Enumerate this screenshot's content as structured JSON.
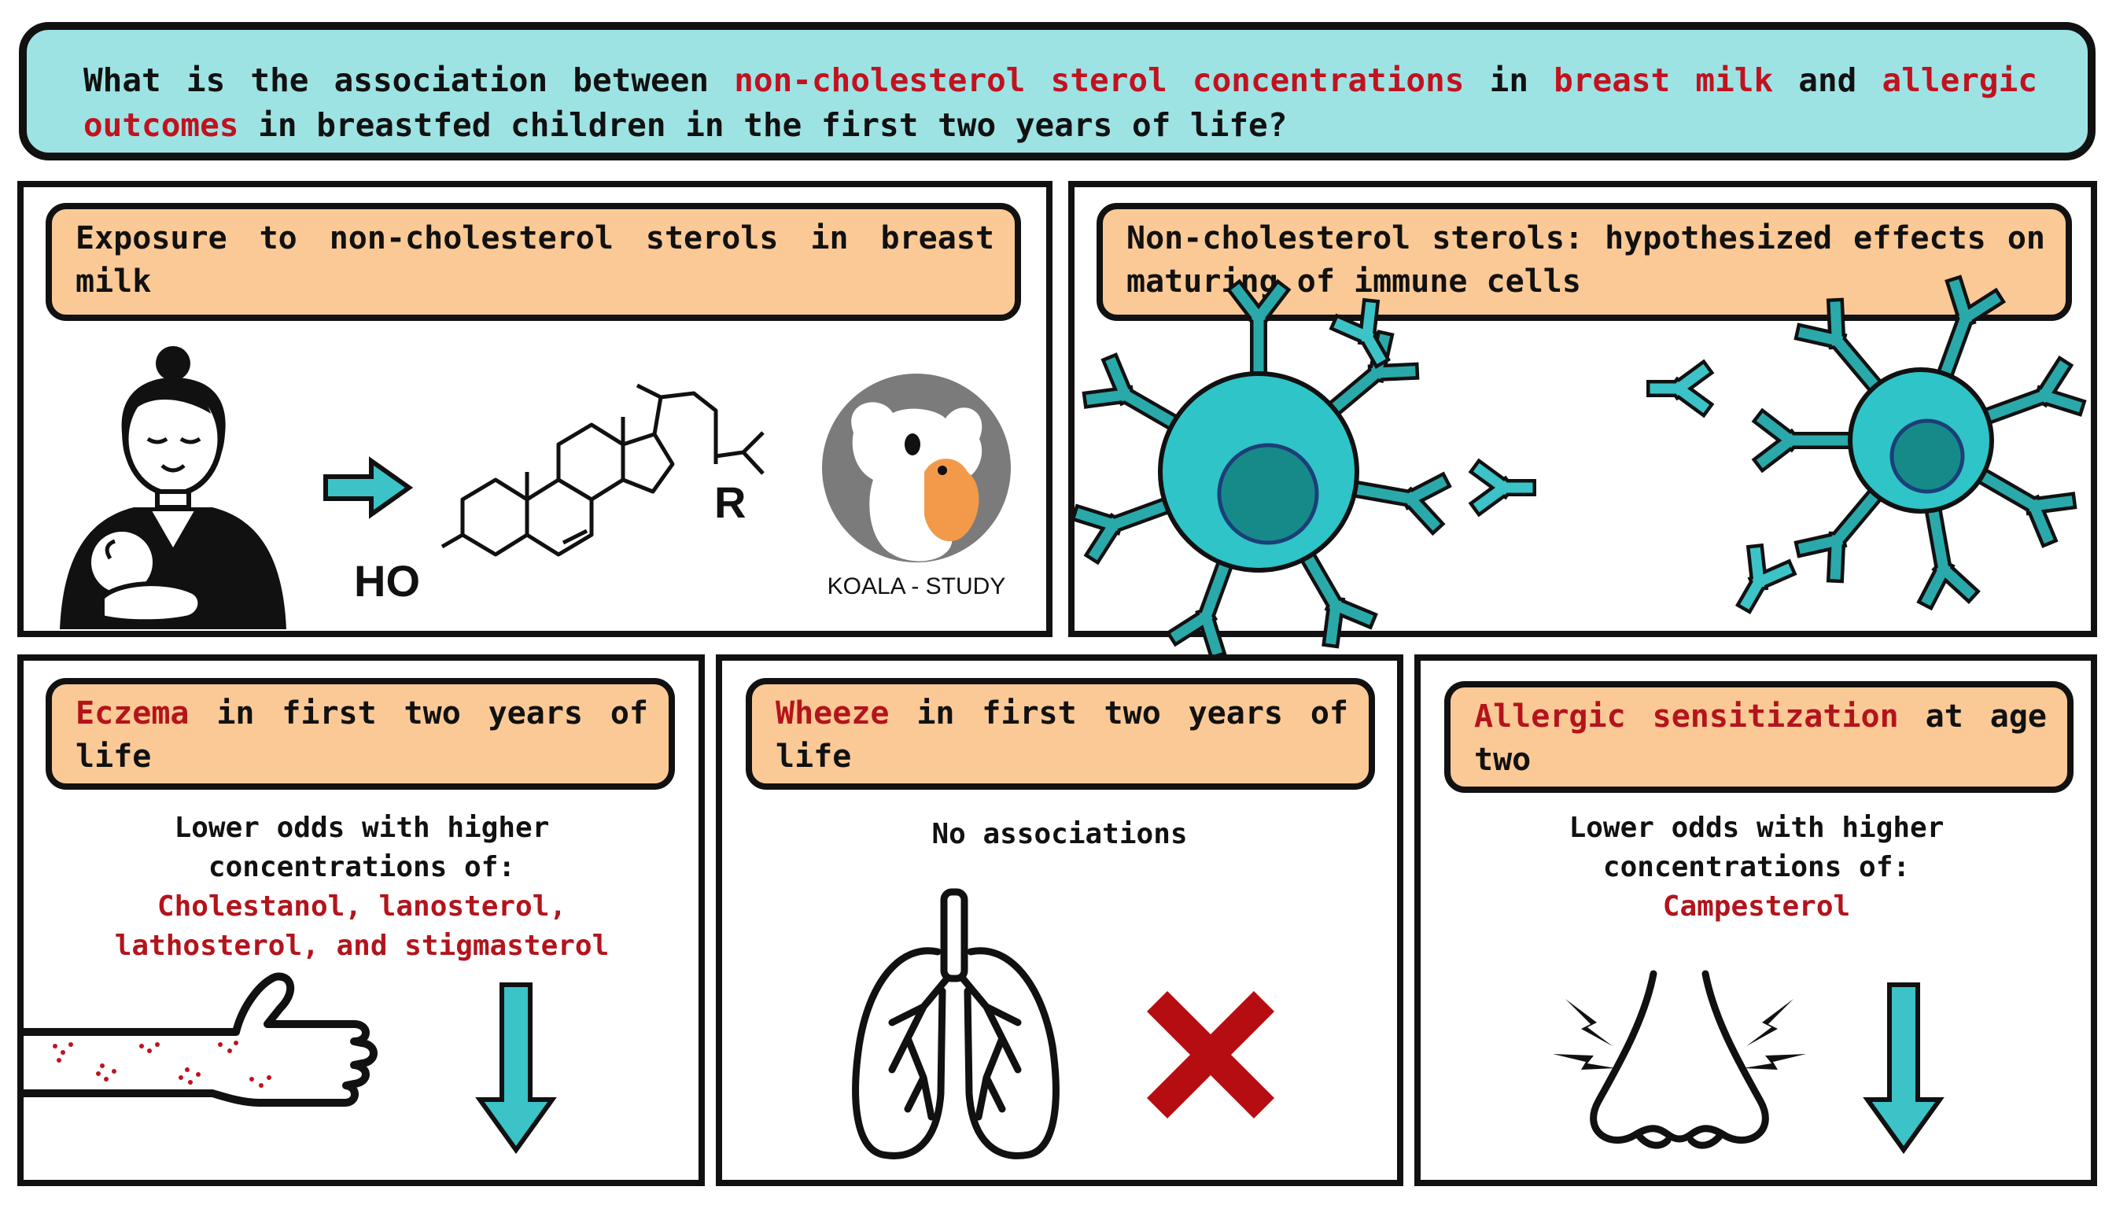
{
  "question": {
    "part1": "What is the association between ",
    "highlight1": "non-cholesterol sterol concentrations",
    "part2": " in ",
    "highlight2": "breast milk",
    "part3": " and ",
    "highlight3": "allergic outcomes",
    "part4": " in breastfed children in the first two years of life?"
  },
  "exposure": {
    "title": "Exposure to non-cholesterol sterols in breast milk",
    "ho_label": "HO",
    "r_label": "R",
    "logo_text": "KOALA - STUDY"
  },
  "hypothesis": {
    "title": "Non-cholesterol sterols: hypothesized effects on maturing of immune cells"
  },
  "eczema": {
    "title_highlight": "Eczema",
    "title_rest": " in first two years of life",
    "caption_line1": "Lower odds with higher",
    "caption_line2": "concentrations of:",
    "sterols_line1": "Cholestanol, lanosterol,",
    "sterols_line2": "lathosterol, and stigmasterol"
  },
  "wheeze": {
    "title_highlight": "Wheeze",
    "title_rest": " in first two years of life",
    "caption": "No associations"
  },
  "sensitization": {
    "title_highlight": "Allergic sensitization",
    "title_rest": " at age two",
    "caption_line1": "Lower odds with higher",
    "caption_line2": "concentrations of:",
    "sterol": "Campesterol"
  },
  "colors": {
    "question_bg": "#9ee3e4",
    "pill_bg": "#fbc996",
    "highlight_red": "#c1121f",
    "teal_arrow": "#3cc3c8",
    "cell_teal": "#2aa9ab",
    "cell_nucleus": "#168a88",
    "cross_red": "#b50d12"
  },
  "icons": [
    "mother-breastfeeding-icon",
    "arrow-right-icon",
    "sterol-structure-icon",
    "koala-logo-icon",
    "immune-cell-icon",
    "antibody-icon",
    "arm-eczema-icon",
    "arrow-down-icon",
    "lungs-icon",
    "red-cross-icon",
    "nose-sneeze-icon"
  ]
}
